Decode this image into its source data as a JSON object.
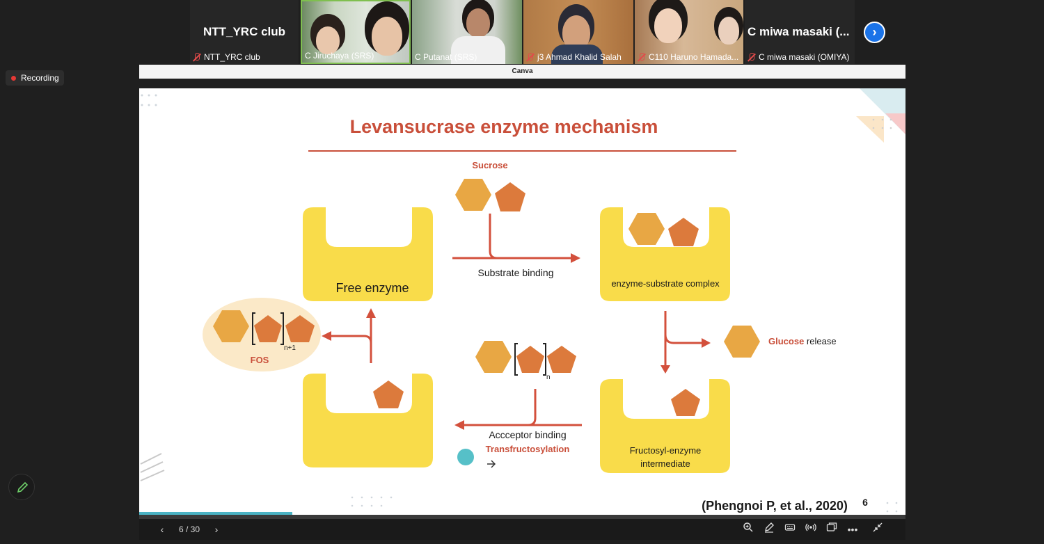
{
  "participants": [
    {
      "tile_label": "NTT_YRC club",
      "caption": "NTT_YRC club",
      "muted": true,
      "has_video": false
    },
    {
      "caption": "C Jiruchaya (SRS)",
      "muted": false,
      "has_video": true
    },
    {
      "caption": "C Putanat (SRS)",
      "muted": false,
      "has_video": true
    },
    {
      "caption": "j3 Ahmad Khalid Salah",
      "muted": true,
      "has_video": true
    },
    {
      "caption": "C110 Haruno Hamada...",
      "muted": true,
      "has_video": true
    },
    {
      "tile_label": "C miwa masaki (...",
      "caption": "C miwa masaki (OMIYA)",
      "muted": true,
      "has_video": false
    }
  ],
  "recording_label": "Recording",
  "share_title": "Canva",
  "slide": {
    "title": "Levansucrase enzyme mechanism",
    "sucrose_label": "Sucrose",
    "substrate_binding": "Substrate binding",
    "free_enzyme": "Free enzyme",
    "es_complex": "enzyme-substrate complex",
    "glucose_word": "Glucose",
    "release_word": " release",
    "fos_label": "FOS",
    "subscript_n1": "n+1",
    "subscript_n": "n",
    "acceptor_binding": "Accceptor binding",
    "transfructosylation": "Transfructosylation",
    "fructosyl_line1": "Fructosyl-enzyme",
    "fructosyl_line2": "intermediate",
    "citation": "(Phengnoi P, et al., 2020)",
    "slide_number": "6"
  },
  "pager": {
    "text": "6 / 30"
  },
  "colors": {
    "title_red": "#c94f3a",
    "enzyme_yellow": "#f9dc4a",
    "hexagon": "#e8a744",
    "pentagon": "#dc7a3c",
    "arrow": "#d3503c",
    "accent_blue": "#1a73e8"
  },
  "icons": [
    "mic-off-icon",
    "chevron-right-icon",
    "chevron-left-icon",
    "zoom-icon",
    "annotate-icon",
    "keyboard-icon",
    "broadcast-icon",
    "window-icon",
    "more-icon",
    "exit-fullscreen-icon",
    "pen-icon"
  ]
}
